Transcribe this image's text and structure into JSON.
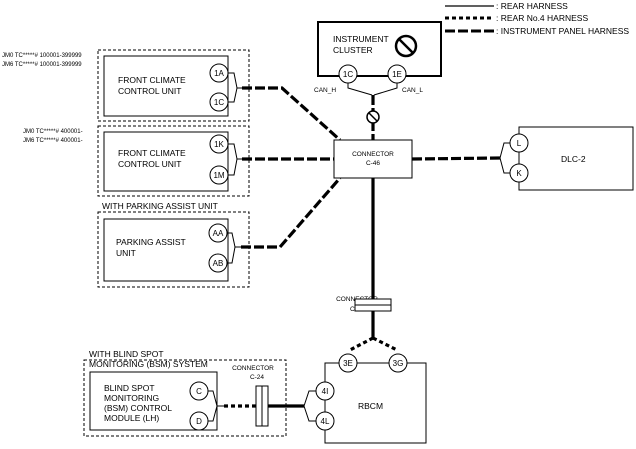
{
  "legend": {
    "rear_harness": ": REAR HARNESS",
    "rear_no4_harness": ": REAR No.4 HARNESS",
    "instrument_panel_harness": ": INSTRUMENT PANEL HARNESS"
  },
  "instrument_cluster": {
    "line1": "INSTRUMENT",
    "line2": "CLUSTER",
    "pin_left": "1C",
    "pin_right": "1E",
    "can_h": "CAN_H",
    "can_l": "CAN_L"
  },
  "fccu_variant_a": {
    "note_line1": "JM0 TC*****# 100001-399999",
    "note_line2": "JM6 TC*****# 100001-399999",
    "line1": "FRONT CLIMATE",
    "line2": "CONTROL UNIT",
    "pin_top": "1A",
    "pin_bottom": "1C"
  },
  "fccu_variant_b": {
    "note_line1": "JM0 TC*****# 400001-",
    "note_line2": "JM6 TC*****# 400001-",
    "line1": "FRONT CLIMATE",
    "line2": "CONTROL UNIT",
    "pin_top": "1K",
    "pin_bottom": "1M"
  },
  "parking_assist": {
    "section_label": "WITH PARKING ASSIST UNIT",
    "line1": "PARKING ASSIST",
    "line2": "UNIT",
    "pin_top": "AA",
    "pin_bottom": "AB"
  },
  "connector_c46": {
    "line1": "CONNECTOR",
    "line2": "C-46"
  },
  "connector_c13": {
    "line1": "CONNECTOR",
    "line2": "C-13"
  },
  "connector_c24": {
    "line1": "CONNECTOR",
    "line2": "C-24"
  },
  "dlc": {
    "label": "DLC-2",
    "pin_top": "L",
    "pin_bottom": "K"
  },
  "bsm": {
    "section_line1": "WITH BLIND SPOT",
    "section_line2": "MONITORING (BSM) SYSTEM",
    "line1": "BLIND SPOT",
    "line2": "MONITORING",
    "line3": "(BSM) CONTROL",
    "line4": "MODULE (LH)",
    "pin_top": "C",
    "pin_bottom": "D"
  },
  "rbcm": {
    "label": "RBCM",
    "pin_3e": "3E",
    "pin_3g": "3G",
    "pin_4i": "4I",
    "pin_4l": "4L"
  },
  "icons": [
    "prohibited-icon",
    "splice-prohibited-icon"
  ]
}
